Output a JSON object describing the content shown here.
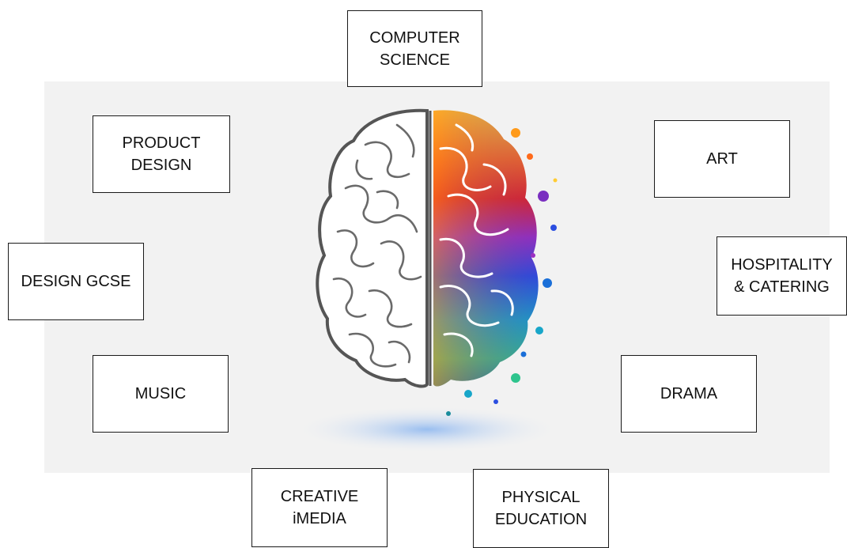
{
  "subjects": {
    "computer_science": "COMPUTER\nSCIENCE",
    "product_design": "PRODUCT\nDESIGN",
    "art": "ART",
    "design_gcse": "DESIGN GCSE",
    "hospitality": "HOSPITALITY\n& CATERING",
    "music": "MUSIC",
    "drama": "DRAMA",
    "creative_imedia": "CREATIVE\niMEDIA",
    "physical_education": "PHYSICAL\nEDUCATION"
  },
  "colors": {
    "panel": "#f2f2f2",
    "box_border": "#1a1a1a",
    "brain_outline": "#555555"
  },
  "icons": {
    "center_image": "left-right-brain-illustration"
  }
}
